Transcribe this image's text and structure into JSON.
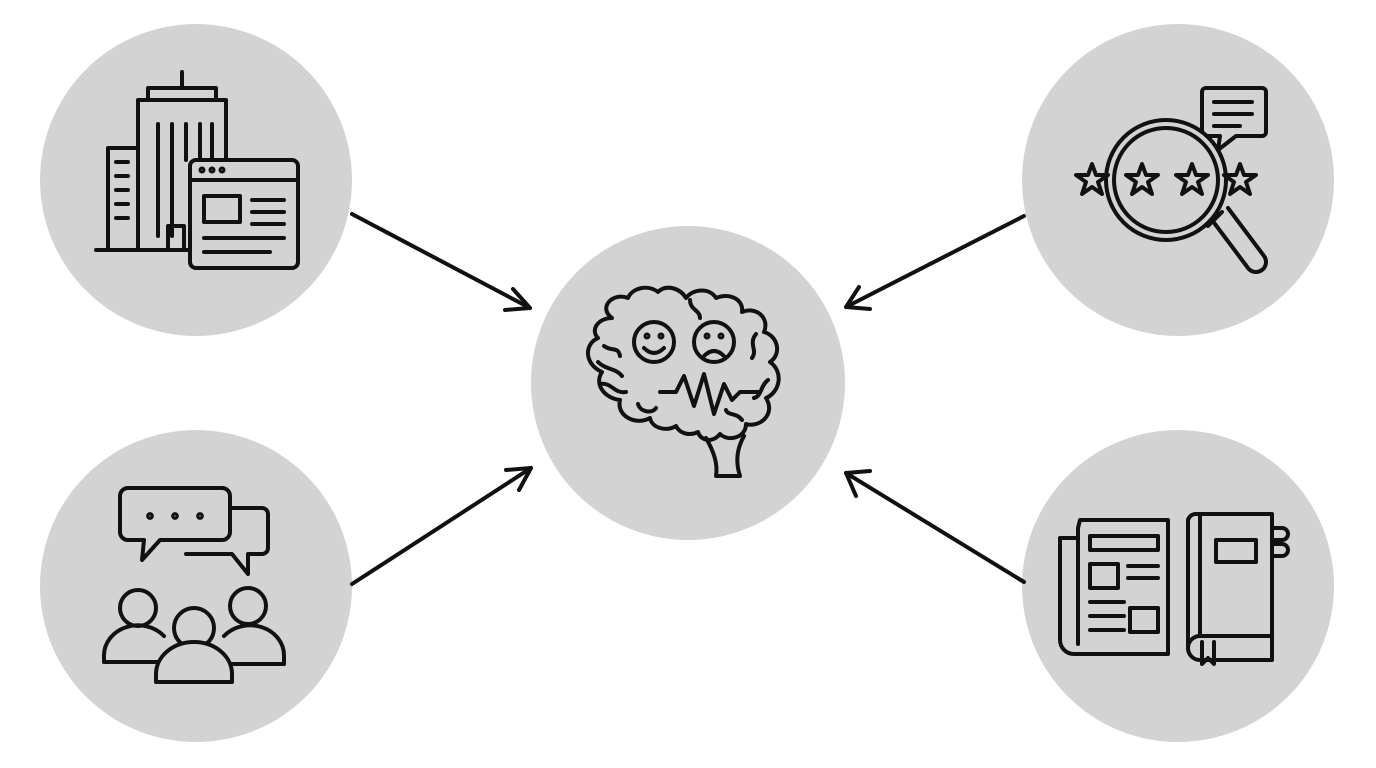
{
  "diagram": {
    "background": "#ffffff",
    "circle_fill": "#d3d3d3",
    "line_color": "#111111",
    "center_node": {
      "icon": "brain-emotion-icon",
      "parts": [
        "smiley-face-icon",
        "sad-face-icon",
        "pulse-wave-icon"
      ]
    },
    "source_nodes": [
      {
        "position": "top-left",
        "icon": "office-building-webpage-icon"
      },
      {
        "position": "bottom-left",
        "icon": "group-chat-people-icon"
      },
      {
        "position": "top-right",
        "icon": "magnifier-star-rating-review-icon"
      },
      {
        "position": "bottom-right",
        "icon": "newspaper-book-icon"
      }
    ],
    "edges": [
      {
        "from": "top-left",
        "to": "center"
      },
      {
        "from": "bottom-left",
        "to": "center"
      },
      {
        "from": "top-right",
        "to": "center"
      },
      {
        "from": "bottom-right",
        "to": "center"
      }
    ]
  }
}
